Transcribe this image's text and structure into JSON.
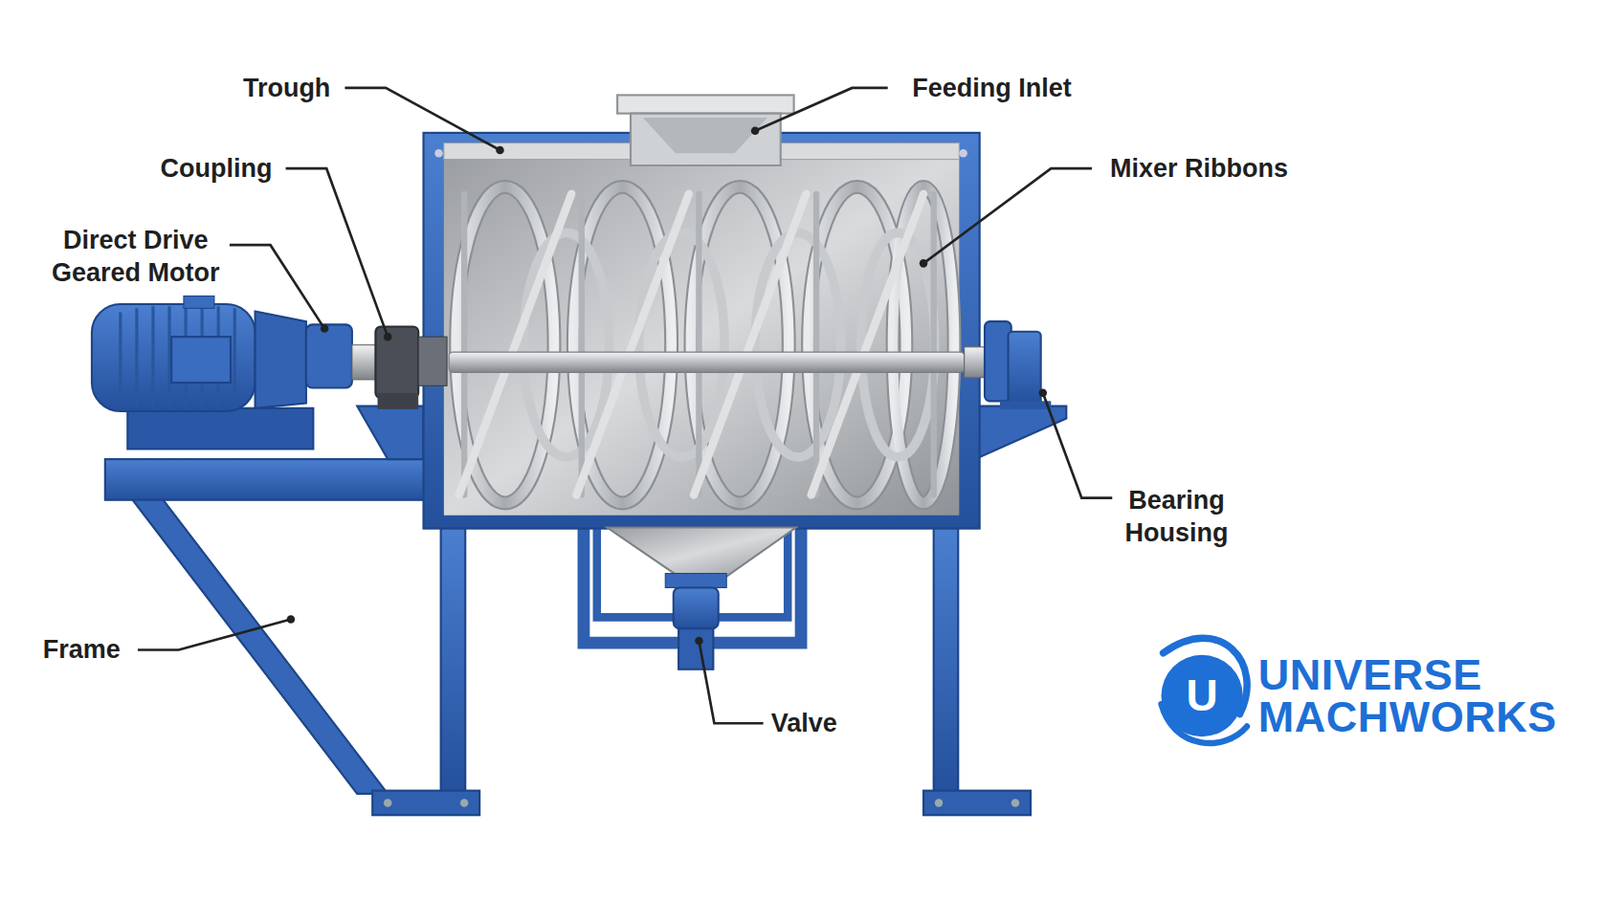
{
  "diagram": {
    "labels": [
      "Trough",
      "Feeding Inlet",
      "Coupling",
      "Mixer Ribbons",
      "Direct Drive Geared Motor",
      "Bearing Housing",
      "Frame",
      "Valve",
      "U",
      "UNIVERSE MACHWORKS"
    ]
  }
}
